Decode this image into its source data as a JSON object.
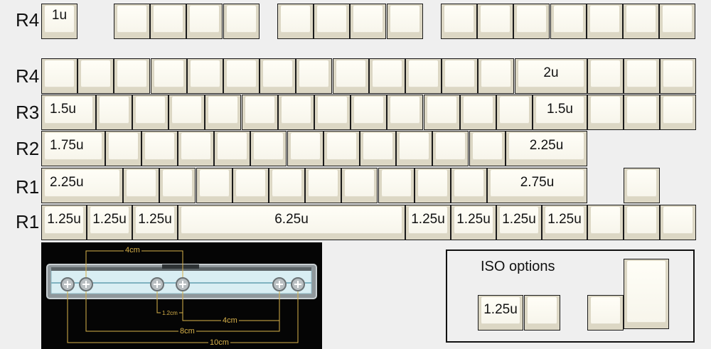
{
  "row_labels": {
    "r4_top": "R4",
    "r4": "R4",
    "r3": "R3",
    "r2": "R2",
    "r1_a": "R1",
    "r1_b": "R1"
  },
  "key_labels": {
    "esc": "1u",
    "backspace": "2u",
    "tab": "1.5u",
    "backslash": "1.5u",
    "caps": "1.75u",
    "enter": "2.25u",
    "lshift": "2.25u",
    "rshift": "2.75u",
    "lctrl": "1.25u",
    "lwin": "1.25u",
    "lalt": "1.25u",
    "space": "6.25u",
    "ralt": "1.25u",
    "rwin": "1.25u",
    "menu": "1.25u",
    "rctrl": "1.25u",
    "iso_shift": "1.25u"
  },
  "stabilizer": {
    "dim_top": "4cm",
    "dim_small": "1.2cm",
    "dim_mid": "4cm",
    "dim_8": "8cm",
    "dim_10": "10cm",
    "colors": {
      "background": "#050505",
      "dimension": "#d9b24a",
      "bar": "#cfe6ec"
    }
  },
  "iso": {
    "title": "ISO options"
  },
  "colors": {
    "page_background": "#efefef",
    "keycap": "#fffef7",
    "keycap_edge": "#dcd7c4"
  }
}
